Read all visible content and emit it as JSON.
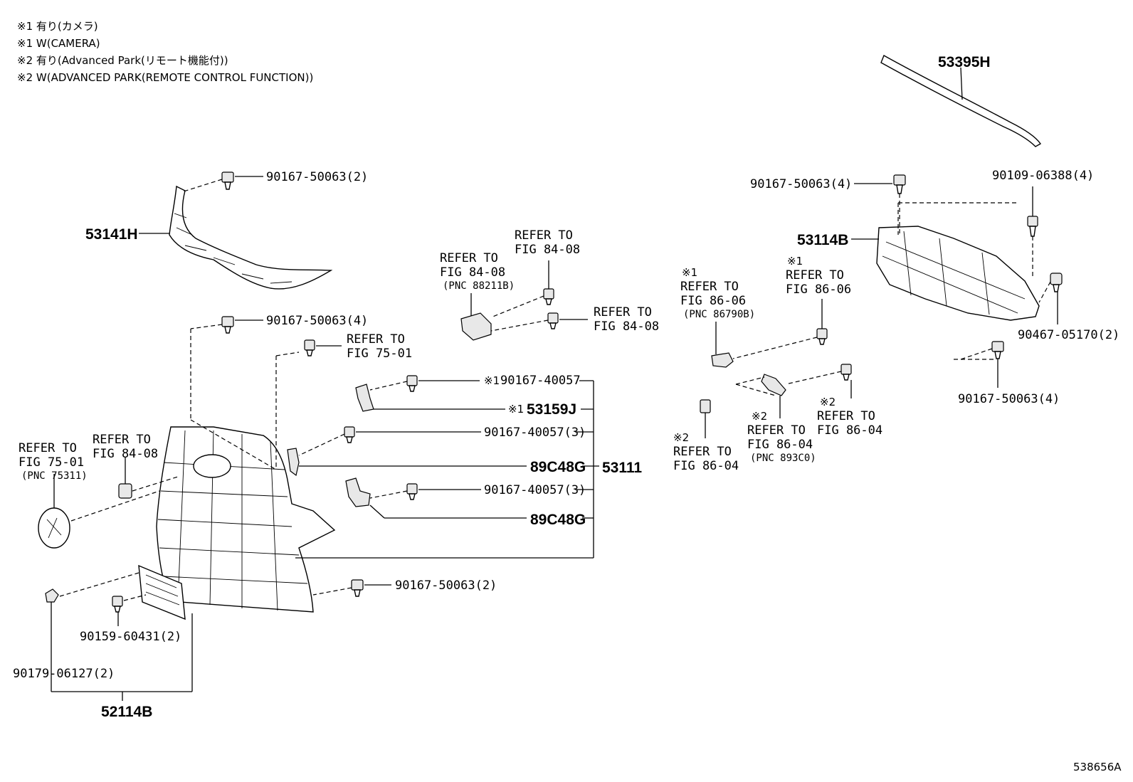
{
  "notes": [
    "※1 有り(カメラ)",
    "※1 W(CAMERA)",
    "※2 有り(Advanced  Park(リモート機能付))",
    "※2 W(ADVANCED PARK(REMOTE CONTROL FUNCTION))"
  ],
  "marks": {
    "m1": "※1",
    "m2": "※2"
  },
  "parts": {
    "p53395H": "53395H",
    "p53141H": "53141H",
    "p53114B": "53114B",
    "p53159J": "53159J",
    "p89C48G_a": "89C48G",
    "p89C48G_b": "89C48G",
    "p53111": "53111",
    "p52114B": "52114B"
  },
  "fasteners": {
    "f_top_grille": "90167-50063(2)",
    "f_grille_4": "90167-50063(4)",
    "f_40057_a": "90167-40057",
    "f_40057_b": "90167-40057(3)",
    "f_40057_c": "90167-40057(3)",
    "f_bottom_grille": "90167-50063(2)",
    "f_plate_bolt": "90159-60431(2)",
    "f_plate_nut": "90179-06127(2)",
    "f_rt_50063_4a": "90167-50063(4)",
    "f_rt_06388": "90109-06388(4)",
    "f_rt_05170": "90467-05170(2)",
    "f_rt_50063_4b": "90167-50063(4)"
  },
  "refs": {
    "r_fig84_a": [
      "REFER TO",
      "FIG 84-08",
      "(PNC 88211B)"
    ],
    "r_fig84_b": [
      "REFER TO",
      "FIG 84-08"
    ],
    "r_fig84_c": [
      "REFER TO",
      "FIG 84-08"
    ],
    "r_fig75_a": [
      "REFER TO",
      "FIG 75-01"
    ],
    "r_fig75_b": [
      "REFER TO",
      "FIG 75-01",
      "(PNC 75311)"
    ],
    "r_fig84_d": [
      "REFER TO",
      "FIG 84-08"
    ],
    "r_fig86_a": [
      "REFER TO",
      "FIG 86-06",
      "(PNC 86790B)"
    ],
    "r_fig86_b": [
      "REFER TO",
      "FIG 86-06"
    ],
    "r_fig86_c": [
      "REFER TO",
      "FIG 86-04"
    ],
    "r_fig86_d": [
      "REFER TO",
      "FIG 86-04",
      "(PNC 893C0)"
    ],
    "r_fig86_e": [
      "REFER TO",
      "FIG 86-04"
    ]
  },
  "illustration_id": "538656A"
}
